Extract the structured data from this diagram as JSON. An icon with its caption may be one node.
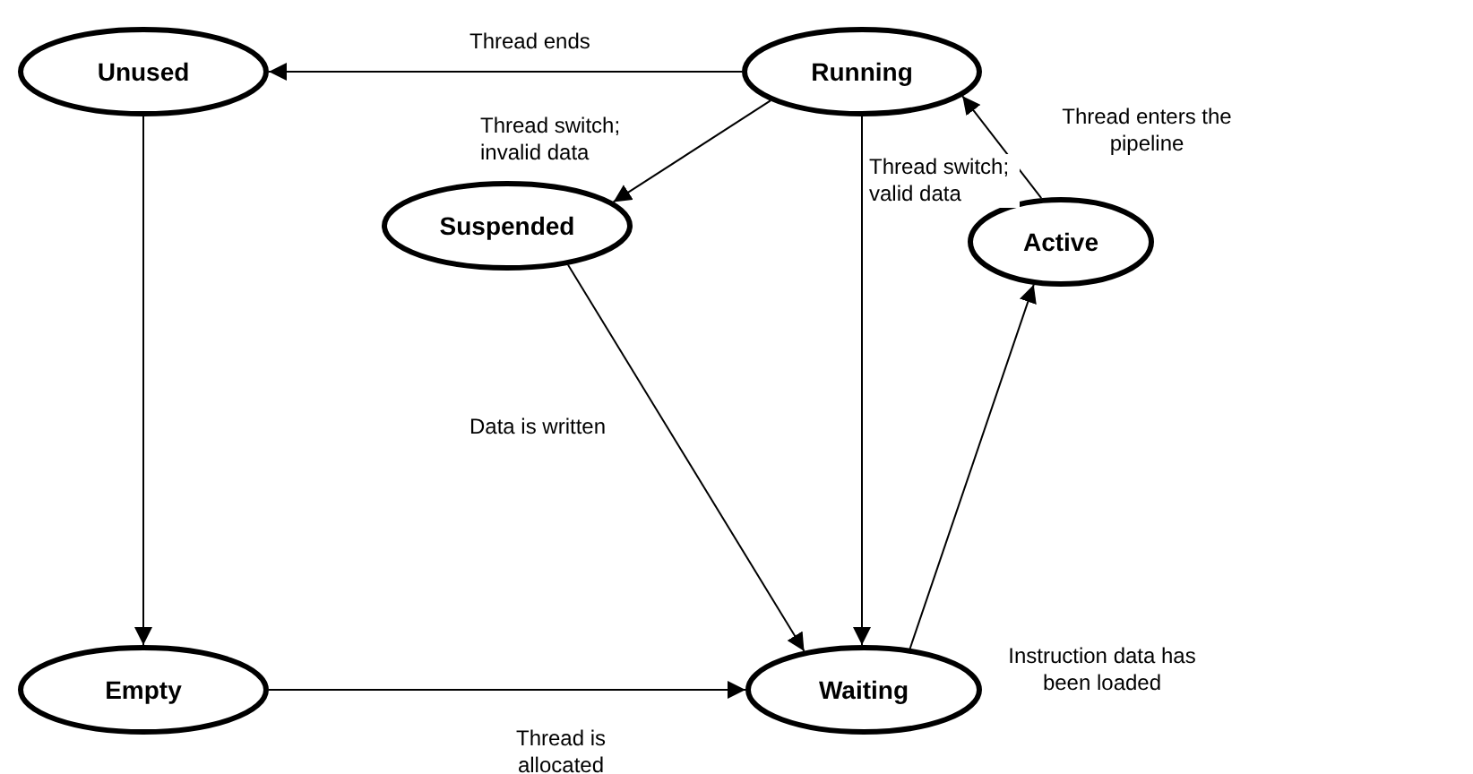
{
  "diagram": {
    "nodes": [
      {
        "text": [
          "Unused"
        ]
      },
      {
        "text": [
          "Running"
        ]
      },
      {
        "text": [
          "Suspended"
        ]
      },
      {
        "text": [
          "Active"
        ]
      },
      {
        "text": [
          "Empty"
        ]
      },
      {
        "text": [
          "Waiting"
        ]
      }
    ],
    "edges": [
      {
        "from": 1,
        "to": 0,
        "arrow": "to",
        "label": "Thread ends"
      },
      {
        "from": 1,
        "to": 2,
        "arrow": "to",
        "label": "Thread switch; invalid data"
      },
      {
        "from": 1,
        "to": 5,
        "arrow": "to",
        "label": "Thread switch; valid data"
      },
      {
        "from": 3,
        "to": 1,
        "arrow": "to",
        "label": "Thread enters the pipeline"
      },
      {
        "from": 0,
        "to": 4,
        "arrow": "to"
      },
      {
        "from": 2,
        "to": 5,
        "arrow": "to",
        "label": "Data is written"
      },
      {
        "from": 5,
        "to": 3,
        "arrow": "to",
        "label": "Instruction data has been loaded"
      },
      {
        "from": 4,
        "to": 5,
        "arrow": "to",
        "label": "Thread is allocated"
      }
    ]
  }
}
